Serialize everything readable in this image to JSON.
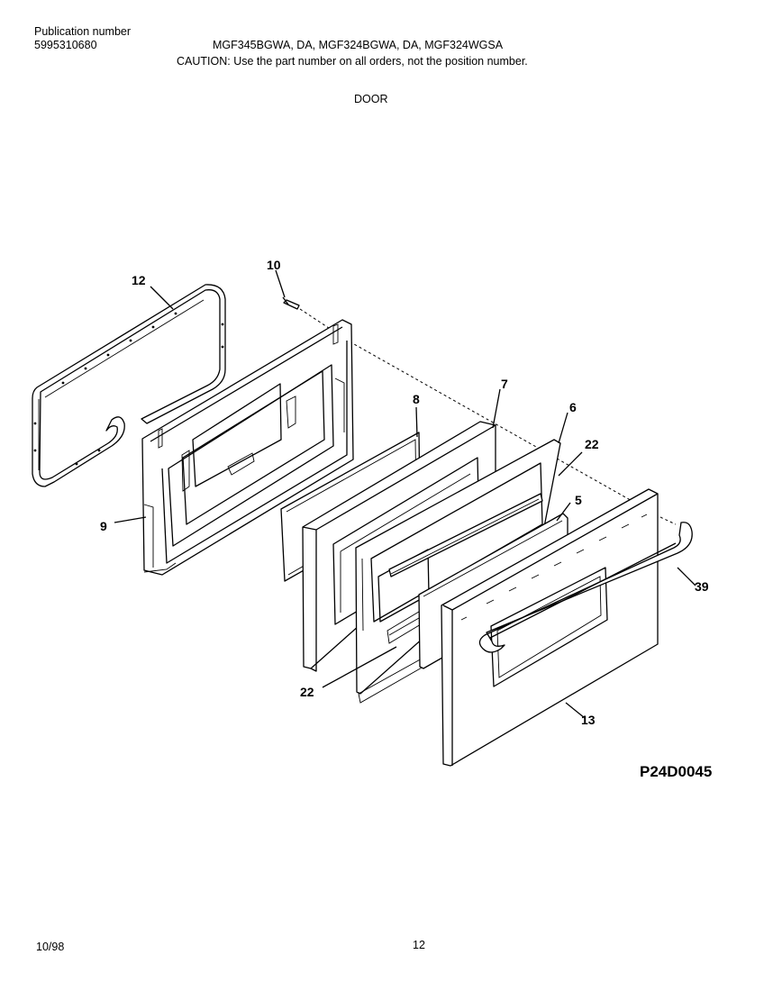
{
  "header": {
    "publication_label": "Publication number",
    "publication_number": "5995310680",
    "models": "MGF345BGWA, DA, MGF324BGWA, DA, MGF324WGSA",
    "caution": "CAUTION:  Use the part number on all orders, not the position number."
  },
  "section_title": "DOOR",
  "diagram": {
    "code": "P24D0045",
    "callouts": [
      "12",
      "10",
      "8",
      "7",
      "6",
      "22",
      "9",
      "5",
      "39",
      "22",
      "13"
    ]
  },
  "footer": {
    "date": "10/98",
    "page_number": "12"
  }
}
